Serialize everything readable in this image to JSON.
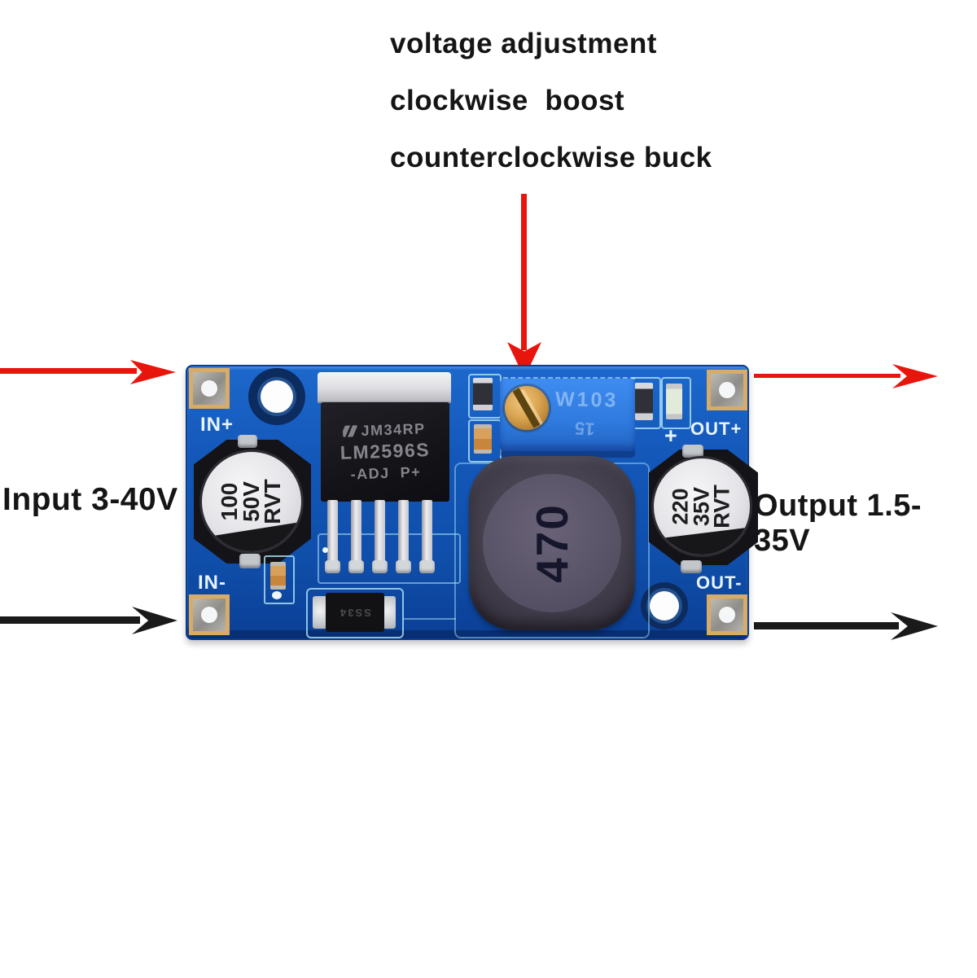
{
  "annotations": {
    "voltage_line1": "voltage adjustment",
    "voltage_line2": "clockwise  boost",
    "voltage_line3": "counterclockwise buck",
    "input_label": "Input 3-40V",
    "output_label": "Output 1.5-35V"
  },
  "board": {
    "silkscreen": {
      "in_plus": "IN+",
      "in_minus": "IN-",
      "out_plus": "OUT+",
      "out_minus": "OUT-",
      "plus_mark": "+"
    },
    "ic": {
      "line1": "JM34RP",
      "line2": "LM2596S",
      "line3": "-ADJ  P+"
    },
    "potentiometer": {
      "marking_top": "W103",
      "marking_bottom": "15"
    },
    "inductor_marking": "470",
    "input_capacitor_lines": [
      "100",
      "50V",
      "RVT"
    ],
    "output_capacitor_lines": [
      "220",
      "35V",
      "RVT"
    ],
    "diode_marking": "SS34"
  },
  "colors": {
    "arrow_red": "#e8150d",
    "arrow_black": "#1a1a1a",
    "pcb_blue": "#1257b8",
    "silkscreen_cyan": "#b0e4f8",
    "pot_blue": "#2e7ade",
    "screw_brass": "#d8a350"
  }
}
